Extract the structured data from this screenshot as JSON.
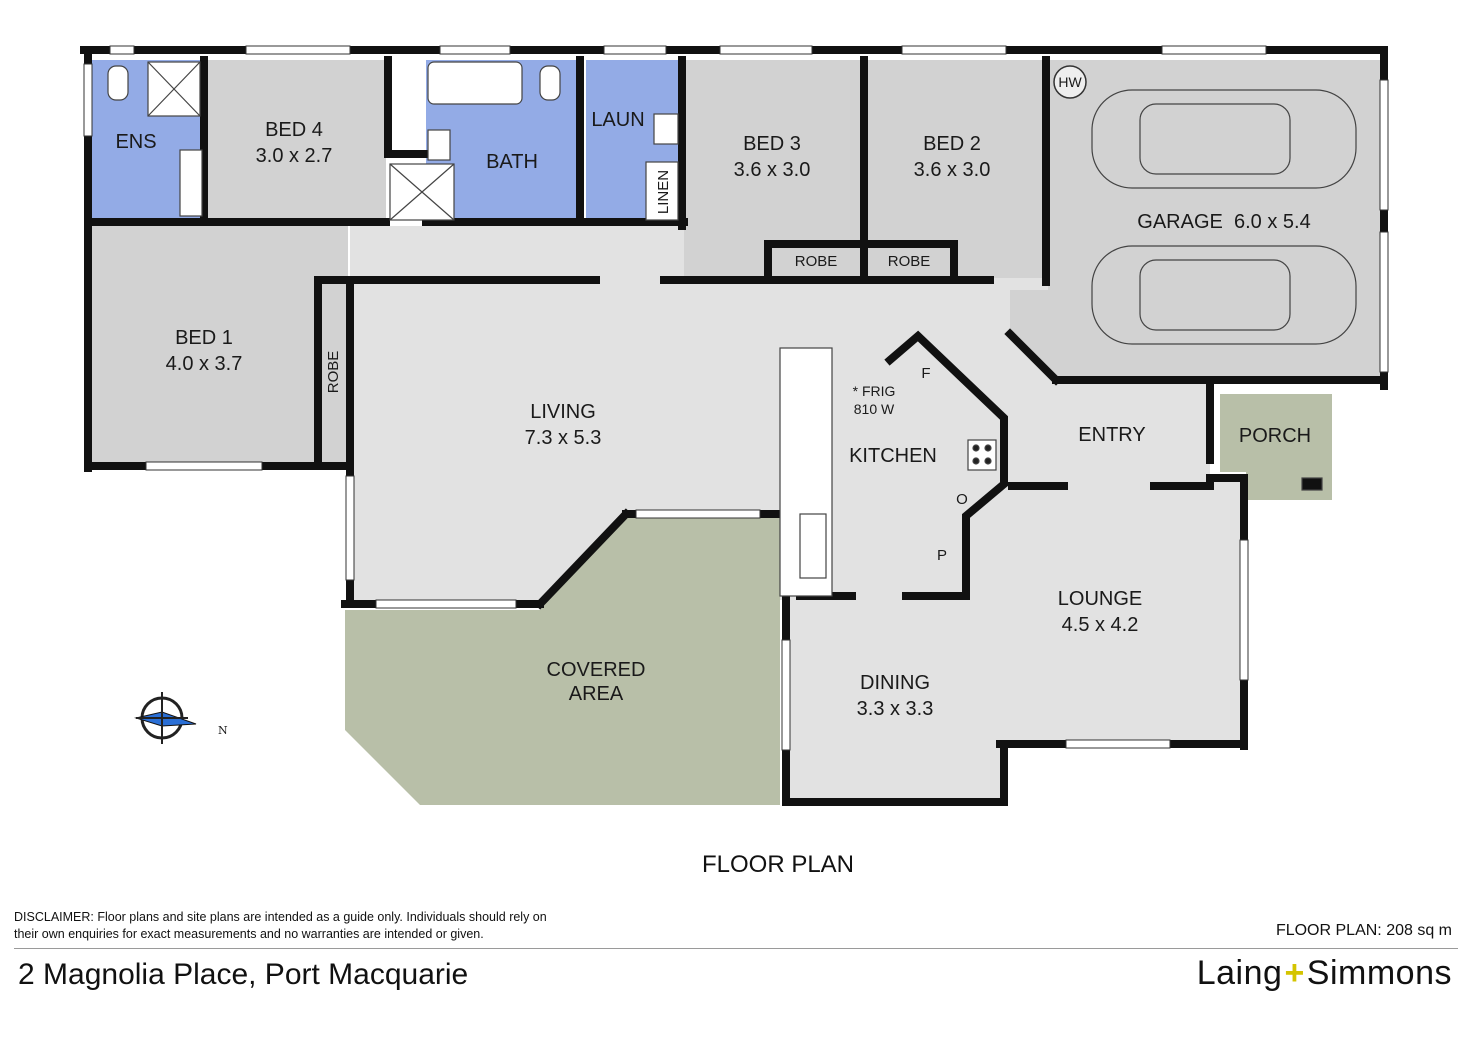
{
  "plan": {
    "title": "FLOOR PLAN",
    "north_label": "N",
    "rooms": {
      "ens": "ENS",
      "bed4_name": "BED 4",
      "bed4_size": "3.0 x 2.7",
      "bath": "BATH",
      "laun": "LAUN",
      "linen": "LINEN",
      "bed3_name": "BED 3",
      "bed3_size": "3.6 x 3.0",
      "bed2_name": "BED 2",
      "bed2_size": "3.6 x 3.0",
      "garage": "GARAGE  6.0 x 5.4",
      "hw": "HW",
      "robe": "ROBE",
      "bed1_name": "BED 1",
      "bed1_size": "4.0 x 3.7",
      "living_name": "LIVING",
      "living_size": "7.3 x 5.3",
      "frig_line1": "* FRIG",
      "frig_line2": "810 W",
      "kitchen": "KITCHEN",
      "fridge_tag": "F",
      "oven_tag": "O",
      "pantry_tag": "P",
      "entry": "ENTRY",
      "porch": "PORCH",
      "covered_line1": "COVERED",
      "covered_line2": "AREA",
      "lounge_name": "LOUNGE",
      "lounge_size": "4.5 x 4.2",
      "dining_name": "DINING",
      "dining_size": "3.3 x 3.3"
    }
  },
  "footer": {
    "disclaimer": "DISCLAIMER: Floor plans and site plans are intended as a guide only. Individuals should rely on their own enquiries for exact measurements and no warranties are intended or given.",
    "floor_area": "FLOOR PLAN: 208 sq m",
    "address": "2 Magnolia Place, Port Macquarie",
    "brand_left": "Laing",
    "brand_plus": "+",
    "brand_right": "Simmons"
  },
  "colors": {
    "wet_area": "#93abe6",
    "room": "#d2d2d2",
    "hall": "#e2e2e2",
    "outdoor": "#b8bfa8",
    "wall": "#111111",
    "brand_accent": "#d4c400"
  }
}
